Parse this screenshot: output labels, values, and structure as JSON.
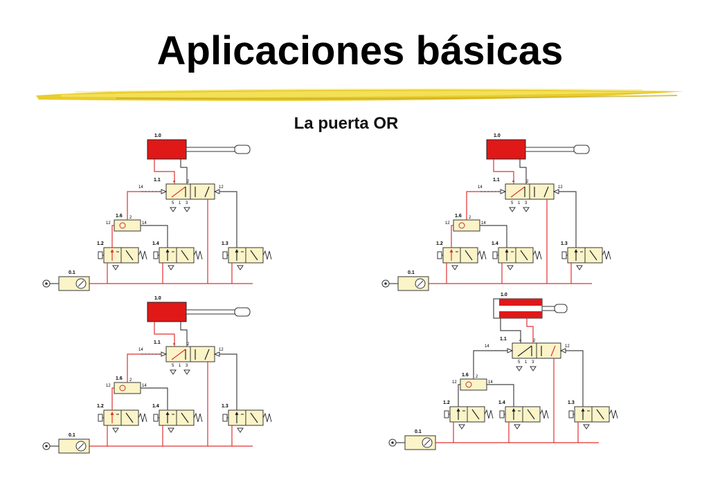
{
  "slide": {
    "title": "Aplicaciones básicas",
    "subtitle": "La puerta OR"
  },
  "colors": {
    "pressure": "#e03030",
    "body": "#fbf4c8",
    "cylinder": "#e01818",
    "line": "#444444"
  },
  "circuits": [
    {
      "id": "top-left",
      "state": "extended",
      "labels": {
        "cylinder": "1.0",
        "main_valve": "1.1",
        "shuttle": "1.6",
        "valve_a": "1.2",
        "valve_b": "1.4",
        "valve_c": "1.3",
        "supply": "0.1"
      },
      "ports": {
        "a": "4",
        "b": "2",
        "pilot_left": "14",
        "pilot_right": "12",
        "exhaust": "5",
        "p": "1",
        "r": "3",
        "s_in_left": "12",
        "s_in_right": "14",
        "s_out": "2"
      }
    },
    {
      "id": "top-right",
      "state": "extended",
      "labels": {
        "cylinder": "1.0",
        "main_valve": "1.1",
        "shuttle": "1.6",
        "valve_a": "1.2",
        "valve_b": "1.4",
        "valve_c": "1.3",
        "supply": "0.1"
      },
      "ports": {
        "a": "4",
        "b": "2",
        "pilot_left": "14",
        "pilot_right": "12",
        "exhaust": "5",
        "p": "1",
        "r": "3",
        "s_in_left": "12",
        "s_in_right": "14",
        "s_out": "2"
      }
    },
    {
      "id": "bottom-left",
      "state": "extended",
      "labels": {
        "cylinder": "1.0",
        "main_valve": "1.1",
        "shuttle": "1.6",
        "valve_a": "1.2",
        "valve_b": "1.4",
        "valve_c": "1.3",
        "supply": "0.1"
      },
      "ports": {
        "a": "4",
        "b": "2",
        "pilot_left": "14",
        "pilot_right": "12",
        "exhaust": "5",
        "p": "1",
        "r": "3",
        "s_in_left": "12",
        "s_in_right": "14",
        "s_out": "2"
      }
    },
    {
      "id": "bottom-right",
      "state": "retracted",
      "labels": {
        "cylinder": "1.0",
        "main_valve": "1.1",
        "shuttle": "1.6",
        "valve_a": "1.2",
        "valve_b": "1.4",
        "valve_c": "1.3",
        "supply": "0.1"
      },
      "ports": {
        "a": "4",
        "b": "2",
        "pilot_left": "14",
        "pilot_right": "12",
        "exhaust": "5",
        "p": "1",
        "r": "3",
        "s_in_left": "12",
        "s_in_right": "14",
        "s_out": "2"
      }
    }
  ]
}
